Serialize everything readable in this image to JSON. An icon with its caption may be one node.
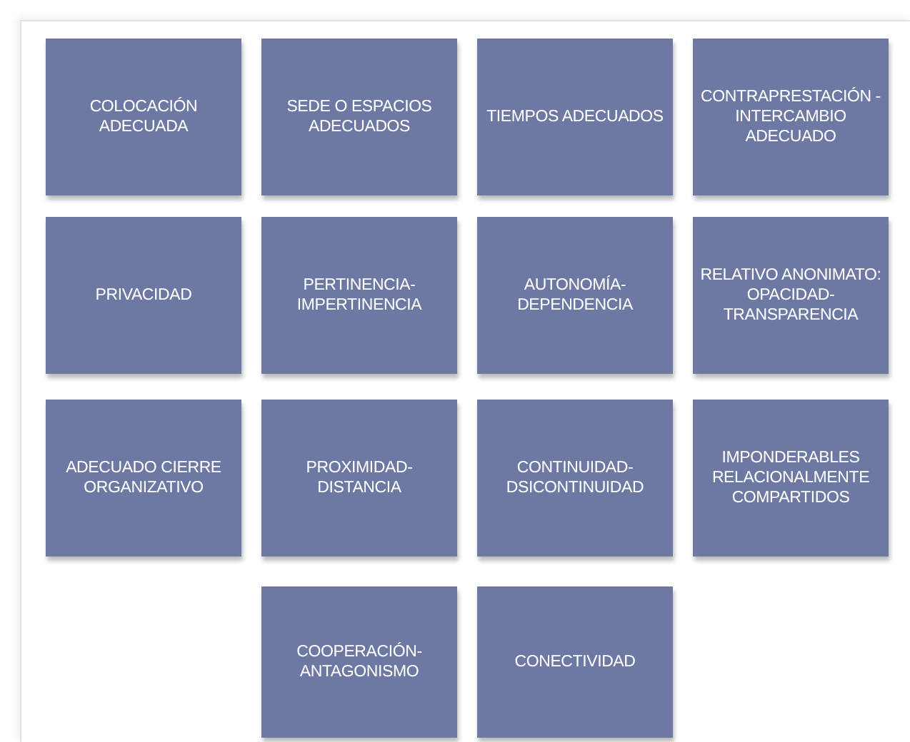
{
  "diagram": {
    "nodes": [
      {
        "text": [
          "COLOCACIÓN ADECUADA"
        ]
      },
      {
        "text": [
          "SEDE O ESPACIOS ADECUADOS"
        ]
      },
      {
        "text": [
          "TIEMPOS ADECUADOS"
        ]
      },
      {
        "text": [
          "CONTRAPRESTACIÓN -INTERCAMBIO ADECUADO"
        ]
      },
      {
        "text": [
          "PRIVACIDAD"
        ]
      },
      {
        "text": [
          "PERTINENCIA- IMPERTINENCIA"
        ]
      },
      {
        "text": [
          "AUTONOMÍA- DEPENDENCIA"
        ]
      },
      {
        "text": [
          "RELATIVO ANONIMATO: OPACIDAD- TRANSPARENCIA"
        ]
      },
      {
        "text": [
          "ADECUADO CIERRE ORGANIZATIVO"
        ]
      },
      {
        "text": [
          "PROXIMIDAD- DISTANCIA"
        ]
      },
      {
        "text": [
          "CONTINUIDAD- DSICONTINUIDAD"
        ]
      },
      {
        "text": [
          "IMPONDERABLES RELACIONALMENTE COMPARTIDOS"
        ]
      },
      {
        "text": [
          "COOPERACIÓN- ANTAGONISMO"
        ]
      },
      {
        "text": [
          "CONECTIVIDAD"
        ]
      }
    ],
    "edges": []
  }
}
